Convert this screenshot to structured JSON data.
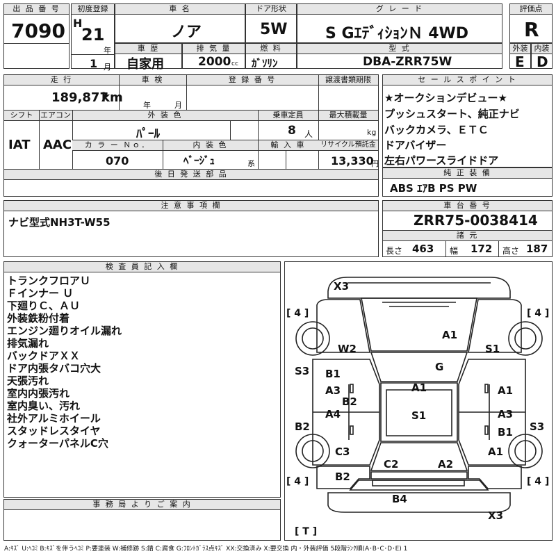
{
  "row1": {
    "lot_label": "出 品 番 号",
    "lot": "7090",
    "reg_label": "初度登録",
    "era": "H",
    "year": "21",
    "year_unit": "年",
    "month": "1",
    "month_unit": "月",
    "name_label": "車 名",
    "name": "ノア",
    "door_label": "ドア形状",
    "door": "5W",
    "grade_label": "グ レ ー ド",
    "grade": "S GｴﾃﾞｨｼｮﾝＮ 4WD",
    "score_label": "評価点",
    "score": "R",
    "history_label": "車 歴",
    "history": "自家用",
    "disp_label": "排 気 量",
    "disp": "2000",
    "disp_unit": "cc",
    "fuel_label": "燃 料",
    "fuel": "ｶﾞｿﾘﾝ",
    "model_label": "型 式",
    "model": "DBA-ZRR75W",
    "ext_label": "外装",
    "ext": "E",
    "int_label": "内装",
    "int": "D"
  },
  "row2": {
    "mileage_label": "走 行",
    "mileage": "189,877",
    "mileage_unit": "km",
    "inspection_label": "車 検",
    "insp_year": "年",
    "insp_month": "月",
    "regno_label": "登 録 番 号",
    "docs_label": "譲渡書類期限",
    "shift_label": "シフト",
    "shift": "IAT",
    "ac_label": "エアコン",
    "ac": "AAC",
    "color_label": "外 装 色",
    "color": "ﾊﾟｰﾙ",
    "capacity_label": "乗車定員",
    "capacity": "8",
    "capacity_unit": "人",
    "load_label": "最大積載量",
    "load_unit": "kg",
    "colorno_label": "カ ラ ー Ｎｏ．",
    "colorno": "070",
    "intcolor_label": "内 装 色",
    "intcolor": "ﾍﾞｰｼﾞｭ",
    "intcolor_unit": "系",
    "import_label": "輸 入 車",
    "recycle_label": "リサイクル預託金",
    "recycle": "13,330",
    "recycle_unit": "円",
    "later_label": "後 日 発 送 部 品"
  },
  "sales": {
    "label": "セ ー ル ス ポ イ ン ト",
    "items": [
      "★オークションデビュー★",
      "プッシュスタート、純正ナビ",
      "バックカメラ、ＥＴＣ",
      "ドアバイザー",
      "左右パワースライドドア"
    ]
  },
  "equipment": {
    "label": "純 正 装 備",
    "value": "ABS ｴｱB PS PW"
  },
  "notes": {
    "label": "注 意 事 項 欄",
    "value": "ナビ型式NH3T-W55"
  },
  "chassis": {
    "label": "車 台 番 号",
    "value": "ZRR75-0038414"
  },
  "specs": {
    "label": "諸 元",
    "length_label": "長さ",
    "length": "463",
    "width_label": "幅",
    "width": "172",
    "height_label": "高さ",
    "height": "187"
  },
  "inspector": {
    "label": "検 査 員 記 入 欄",
    "items": [
      "トランクフロアＵ",
      "Ｆインナー Ｕ",
      "下廻りＣ、ＡＵ",
      "外装鉄粉付着",
      "エンジン廻りオイル漏れ",
      "排気漏れ",
      "バックドアＸＸ",
      "ドア内張タバコ穴大",
      "天張汚れ",
      "室内内張汚れ",
      "室内臭い、汚れ",
      "社外アルミホイール",
      "スタッドレスタイヤ",
      "クォーターパネルC穴"
    ]
  },
  "office": {
    "label": "事 務 局 よ り ご 案 内"
  },
  "diagram": {
    "marks": {
      "x3_top": "X3",
      "a1_hood": "A1",
      "w2": "W2",
      "s1_fr": "S1",
      "g": "G",
      "s3_l": "S3",
      "b1_l": "B1",
      "a3_l": "A3",
      "a1_roof": "A1",
      "a1_r": "A1",
      "b2_l": "B2",
      "a4_l": "A4",
      "s1_roof": "S1",
      "a3_r": "A3",
      "b2_lq": "B2",
      "b1_r": "B1",
      "s3_r": "S3",
      "c3": "C3",
      "a1_rr": "A1",
      "c2": "C2",
      "a2": "A2",
      "b2_rear": "B2",
      "b4": "B4",
      "x3_bottom": "X3"
    },
    "tire_fl": "[ 4 ]",
    "tire_fr": "[ 4 ]",
    "tire_rl": "[ 4 ]",
    "tire_rr": "[ 4 ]",
    "spare": "[ T ]"
  },
  "legend": "A:ｷｽﾞ U:ﾍｺﾐ B:ｷｽﾞを伴うﾍｺﾐ P:要塗装 W:補修跡 S:錆 C:腐食 G:ﾌﾛﾝﾄｶﾞﾗｽ点ｷｽﾞ XX:交換済み X:要交換 内・外装評価 5段階ﾗﾝｸ順(A･B･C･D･E) 1"
}
